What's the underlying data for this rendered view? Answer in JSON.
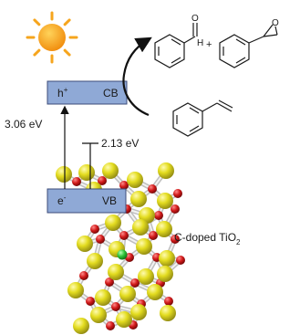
{
  "diagram": {
    "band_labels": {
      "cb_left": "h",
      "cb_left_sup": "+",
      "cb_right": "CB",
      "vb_left": "e",
      "vb_left_sup": "-",
      "vb_right": "VB"
    },
    "energies": {
      "band_gap": "3.06 eV",
      "dopant_level": "2.13 eV"
    },
    "reaction": {
      "plus": "+",
      "aldehyde_o": "O",
      "aldehyde_h": "H",
      "epoxide_o": "O"
    },
    "material": {
      "label": "C-doped TiO",
      "subscript": "2"
    },
    "colors": {
      "band_fill": "#8fa9d6",
      "band_stroke": "#3c4c7a",
      "sun": "#f6a51d",
      "titanium": "#e3dc1f",
      "oxygen": "#d11a1a",
      "carbon_dopant": "#2fc43a"
    }
  }
}
